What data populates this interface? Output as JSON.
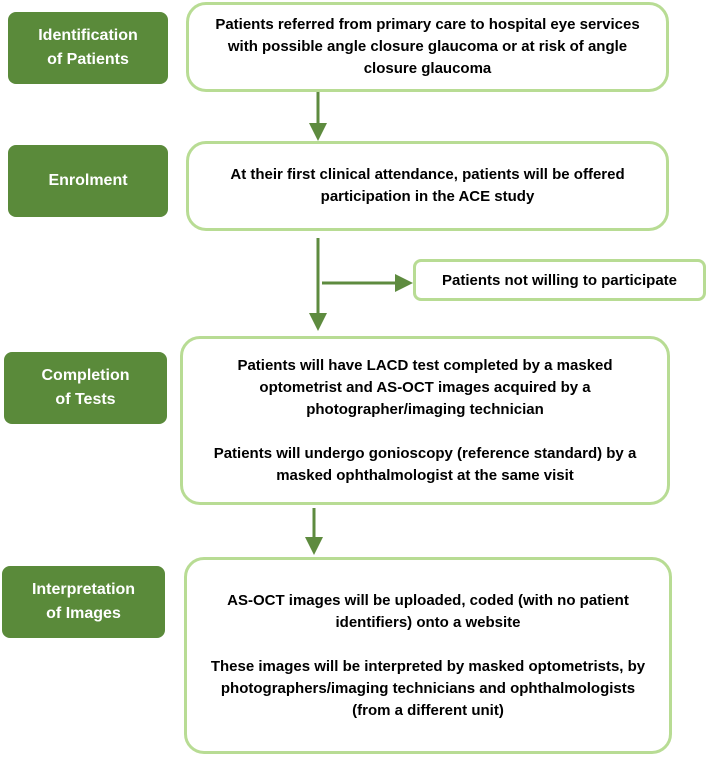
{
  "colors": {
    "label_green": "#5a8a3a",
    "outline_green": "#b8dc94",
    "arrow_green": "#5e8b3f",
    "background": "#ffffff"
  },
  "stages": [
    {
      "label": "Identification\nof Patients",
      "text": [
        "Patients referred from primary care to hospital eye services with possible angle closure glaucoma or at risk of angle closure glaucoma"
      ]
    },
    {
      "label": "Enrolment",
      "text": [
        "At their first clinical attendance, patients will be offered participation in the ACE study"
      ]
    },
    {
      "label": "Completion\nof Tests",
      "text": [
        "Patients will have LACD test completed by a masked optometrist and AS-OCT images acquired by a photographer/imaging technician",
        "Patients will undergo gonioscopy (reference standard) by a masked ophthalmologist at the same visit"
      ]
    },
    {
      "label": "Interpretation\nof Images",
      "text": [
        "AS-OCT images will be uploaded, coded (with no patient identifiers) onto a website",
        "These images will be interpreted by masked optometrists, by photographers/imaging technicians and ophthalmologists (from a different unit)"
      ]
    }
  ],
  "side_branch": {
    "text": "Patients not willing to participate"
  }
}
